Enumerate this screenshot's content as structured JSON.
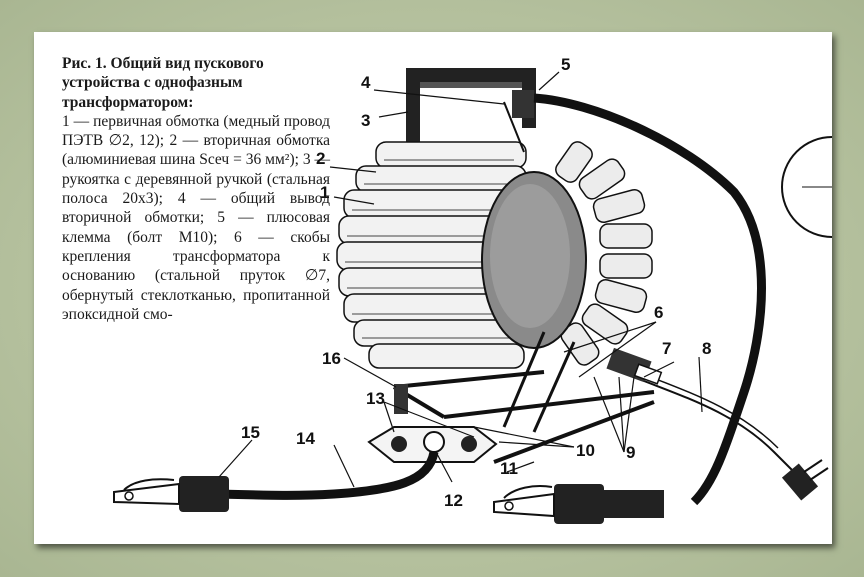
{
  "caption": {
    "title": "Рис. 1. Общий вид пускового устройства с однофазным трансформатором:",
    "body": "1 — первичная обмотка (медный провод ПЭТВ ∅2, 12); 2 — вторичная обмотка (алюминиевая шина Sсеч = 36 мм²); 3 — рукоятка с деревянной ручкой (стальная полоса 20х3); 4 — общий вывод вторичной обмотки; 5 — плюсовая клемма (болт М10); 6 — скобы крепления трансформатора к основанию (стальной пруток ∅7, обернутый стеклотканью, пропитанной эпоксидной смо-"
  },
  "labels": {
    "l1": "1",
    "l2": "2",
    "l3": "3",
    "l4": "4",
    "l5": "5",
    "l6": "6",
    "l7": "7",
    "l8": "8",
    "l9": "9",
    "l10": "10",
    "l11": "11",
    "l12": "12",
    "l13": "13",
    "l14": "14",
    "l15": "15",
    "l16": "16"
  }
}
